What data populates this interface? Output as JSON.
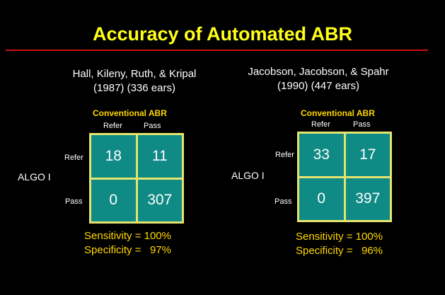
{
  "title": "Accuracy of Automated ABR",
  "studies": [
    {
      "title_line1": "Hall, Kileny, Ruth, & Kripal",
      "title_line2": "(1987) (336 ears)",
      "conventional_label": "Conventional ABR",
      "col_refer": "Refer",
      "col_pass": "Pass",
      "row_refer": "Refer",
      "row_pass": "Pass",
      "side_label": "ALGO I",
      "cells": {
        "refer_refer": "18",
        "refer_pass": "11",
        "pass_refer": "0",
        "pass_pass": "307"
      },
      "sensitivity": "Sensitivity = 100%",
      "specificity": "Specificity =   97%"
    },
    {
      "title_line1": "Jacobson, Jacobson, & Spahr",
      "title_line2": "(1990) (447 ears)",
      "conventional_label": "Conventional ABR",
      "col_refer": "Refer",
      "col_pass": "Pass",
      "row_refer": "Refer",
      "row_pass": "Pass",
      "side_label": "ALGO I",
      "cells": {
        "refer_refer": "33",
        "refer_pass": "17",
        "pass_refer": "0",
        "pass_pass": "397"
      },
      "sensitivity": "Sensitivity = 100%",
      "specificity": "Specificity =   96%"
    }
  ]
}
